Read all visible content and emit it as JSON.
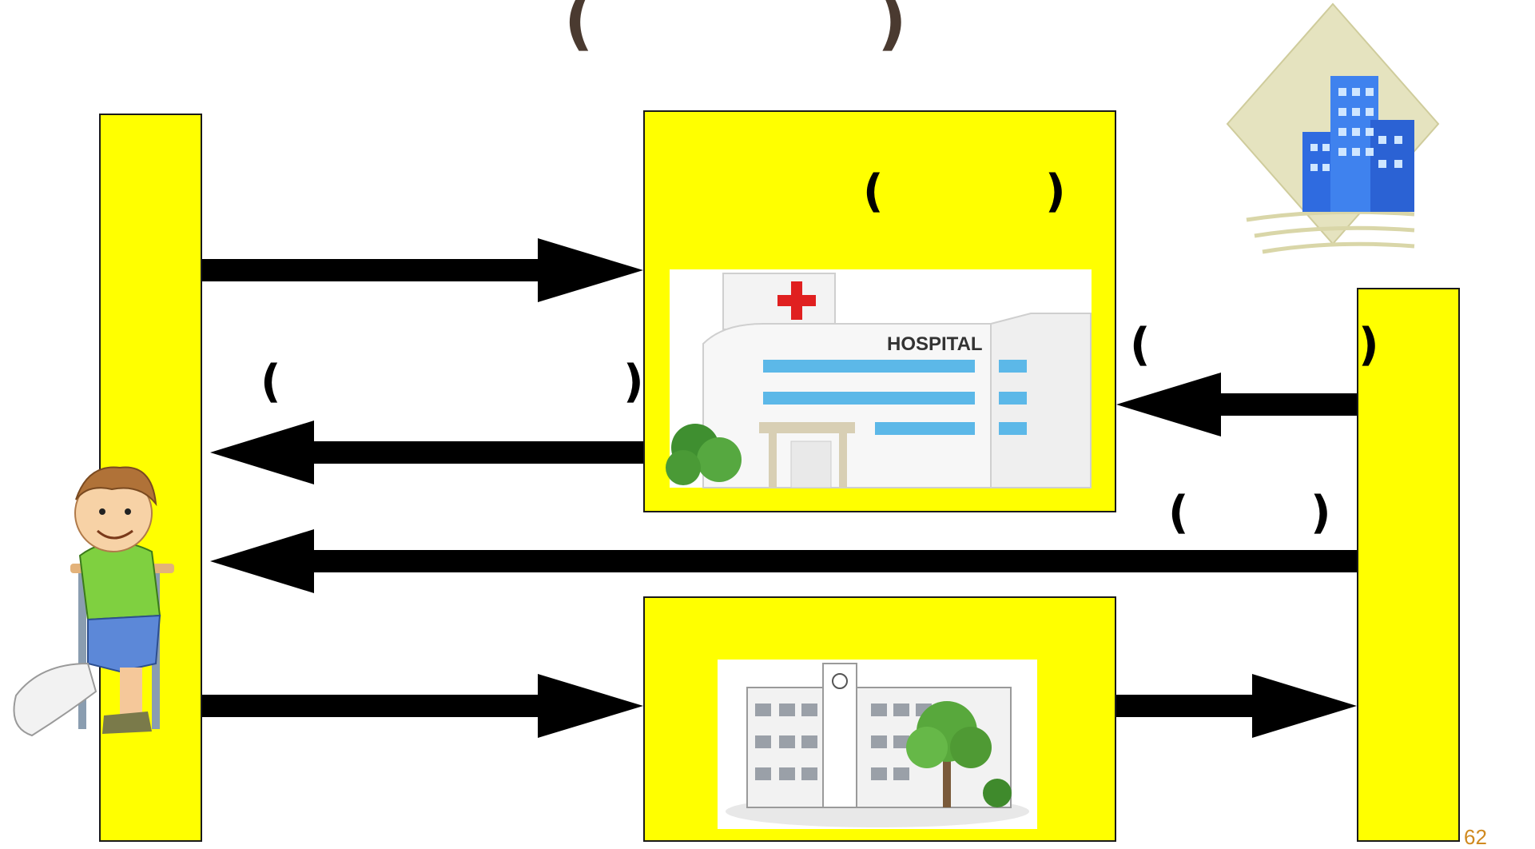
{
  "slide": {
    "page_number": "62",
    "title_brackets": {
      "open": "(",
      "close": ")"
    }
  },
  "colors": {
    "box_fill": "#ffff00",
    "box_border": "#1a1a1a",
    "arrow": "#000000",
    "title_bracket": "#4a3a30",
    "page_number": "#d08a20"
  },
  "nodes": [
    {
      "id": "patient-column",
      "icon": "injured-boy-on-crutches-icon",
      "label": ""
    },
    {
      "id": "hospital-box",
      "icon": "hospital-building-icon",
      "label": "",
      "brackets": [
        "(",
        ")"
      ],
      "sign_text": "HOSPITAL"
    },
    {
      "id": "school-box",
      "icon": "school-building-icon",
      "label": ""
    },
    {
      "id": "company-column",
      "icon": "office-building-icon",
      "label": ""
    }
  ],
  "edges": [
    {
      "from": "patient-column",
      "to": "hospital-box",
      "label": ""
    },
    {
      "from": "hospital-box",
      "to": "patient-column",
      "label": "",
      "brackets": [
        "(",
        ")"
      ]
    },
    {
      "from": "company-column",
      "to": "hospital-box",
      "label": "",
      "brackets": [
        "(",
        ")"
      ]
    },
    {
      "from": "company-column",
      "to": "patient-column",
      "label": "",
      "brackets": [
        "(",
        ")"
      ]
    },
    {
      "from": "patient-column",
      "to": "school-box",
      "label": ""
    },
    {
      "from": "school-box",
      "to": "company-column",
      "label": ""
    }
  ]
}
